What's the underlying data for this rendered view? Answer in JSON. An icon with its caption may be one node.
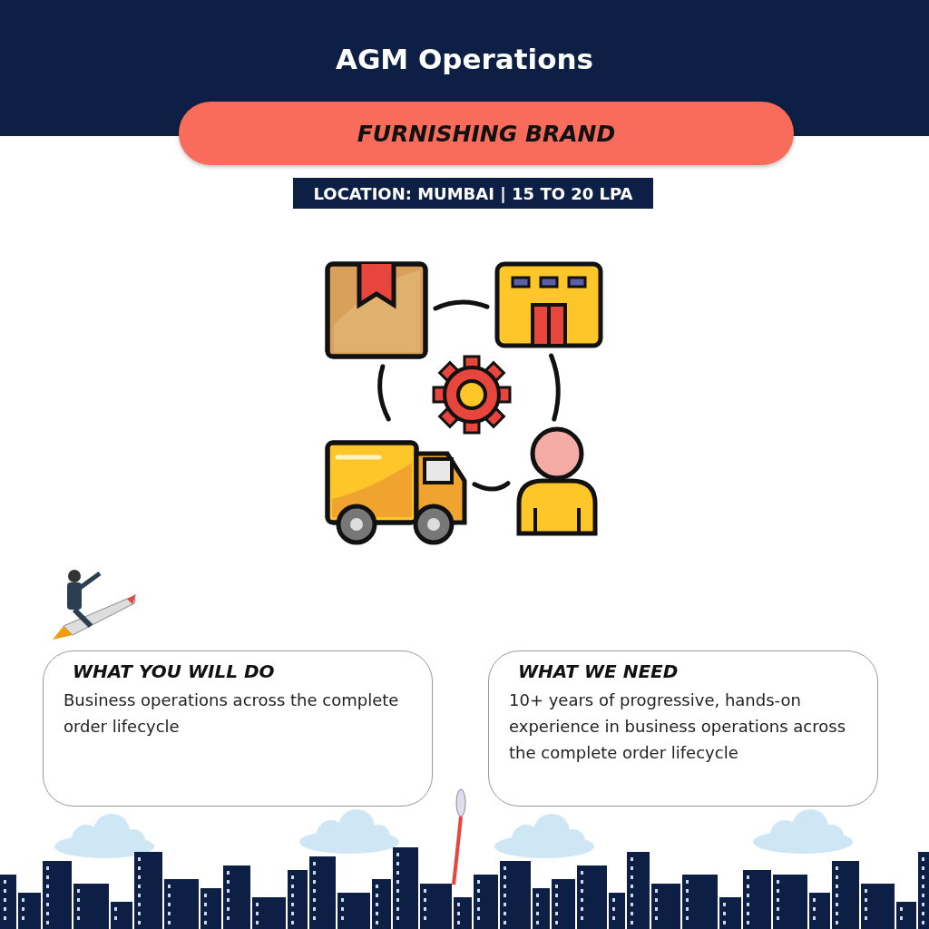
{
  "diagram": {
    "title": "AGM Operations",
    "nodes": [
      {
        "text": [
          "FURNISHING BRAND"
        ]
      },
      {
        "text": [
          "LOCATION: MUMBAI | 15 TO 20 LPA"
        ]
      },
      {
        "text": [],
        "shape": "picture"
      },
      {
        "text": [],
        "shape": "picture"
      },
      {
        "text": [],
        "shape": "picture"
      },
      {
        "text": [],
        "shape": "picture"
      },
      {
        "text": [
          "WHAT YOU WILL DO",
          "Business operations across the complete order lifecycle"
        ]
      },
      {
        "text": [
          "WHAT WE NEED",
          "10+ years of progressive, hands-on experience in business operations across the complete order lifecycle"
        ]
      }
    ],
    "edges": [
      {
        "from": 2,
        "to": 3,
        "arrow": "none"
      },
      {
        "from": 3,
        "to": 5,
        "arrow": "none"
      },
      {
        "from": 5,
        "to": 4,
        "arrow": "none"
      },
      {
        "from": 4,
        "to": 2,
        "arrow": "none"
      }
    ]
  }
}
